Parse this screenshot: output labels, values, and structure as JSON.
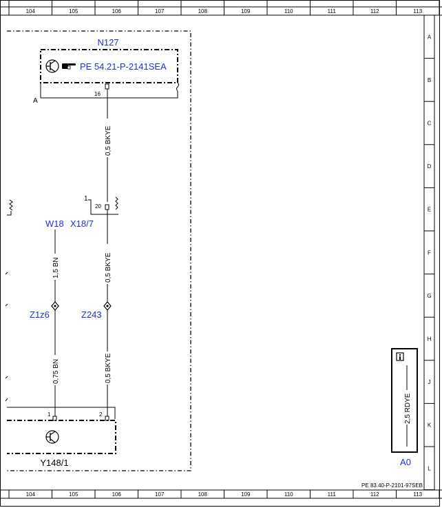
{
  "grid": {
    "columns": [
      "104",
      "105",
      "106",
      "107",
      "108",
      "109",
      "110",
      "111",
      "112",
      "113"
    ],
    "rows": [
      "A",
      "B",
      "C",
      "D",
      "E",
      "F",
      "G",
      "H",
      "J",
      "K",
      "L"
    ]
  },
  "components": {
    "n127": {
      "id": "N127",
      "ref": "PE 54.21-P-2141SEA",
      "pin": "16"
    },
    "y148": {
      "id": "Y148/1",
      "pin1": "1",
      "pin2": "2"
    },
    "connector_x18": {
      "id": "X18/7",
      "pin": "20",
      "tag": "1"
    },
    "w18": {
      "id": "W18"
    },
    "z1z6": {
      "id": "Z1z6"
    },
    "z243": {
      "id": "Z243"
    },
    "a0": {
      "id": "A0",
      "wire": "2,5 RDYE"
    }
  },
  "side_label_a": "A",
  "wires": {
    "w1": "0,5 BKYE",
    "w2": "0,5 BKYE",
    "w3": "0,5 BKYE",
    "w4": "1,5 BN",
    "w5": "0,75 BN"
  },
  "footer_ref": "PE 83.40-P-2101-97SEB",
  "colors": {
    "link_blue": "#1f2fd6",
    "line": "#000000"
  }
}
